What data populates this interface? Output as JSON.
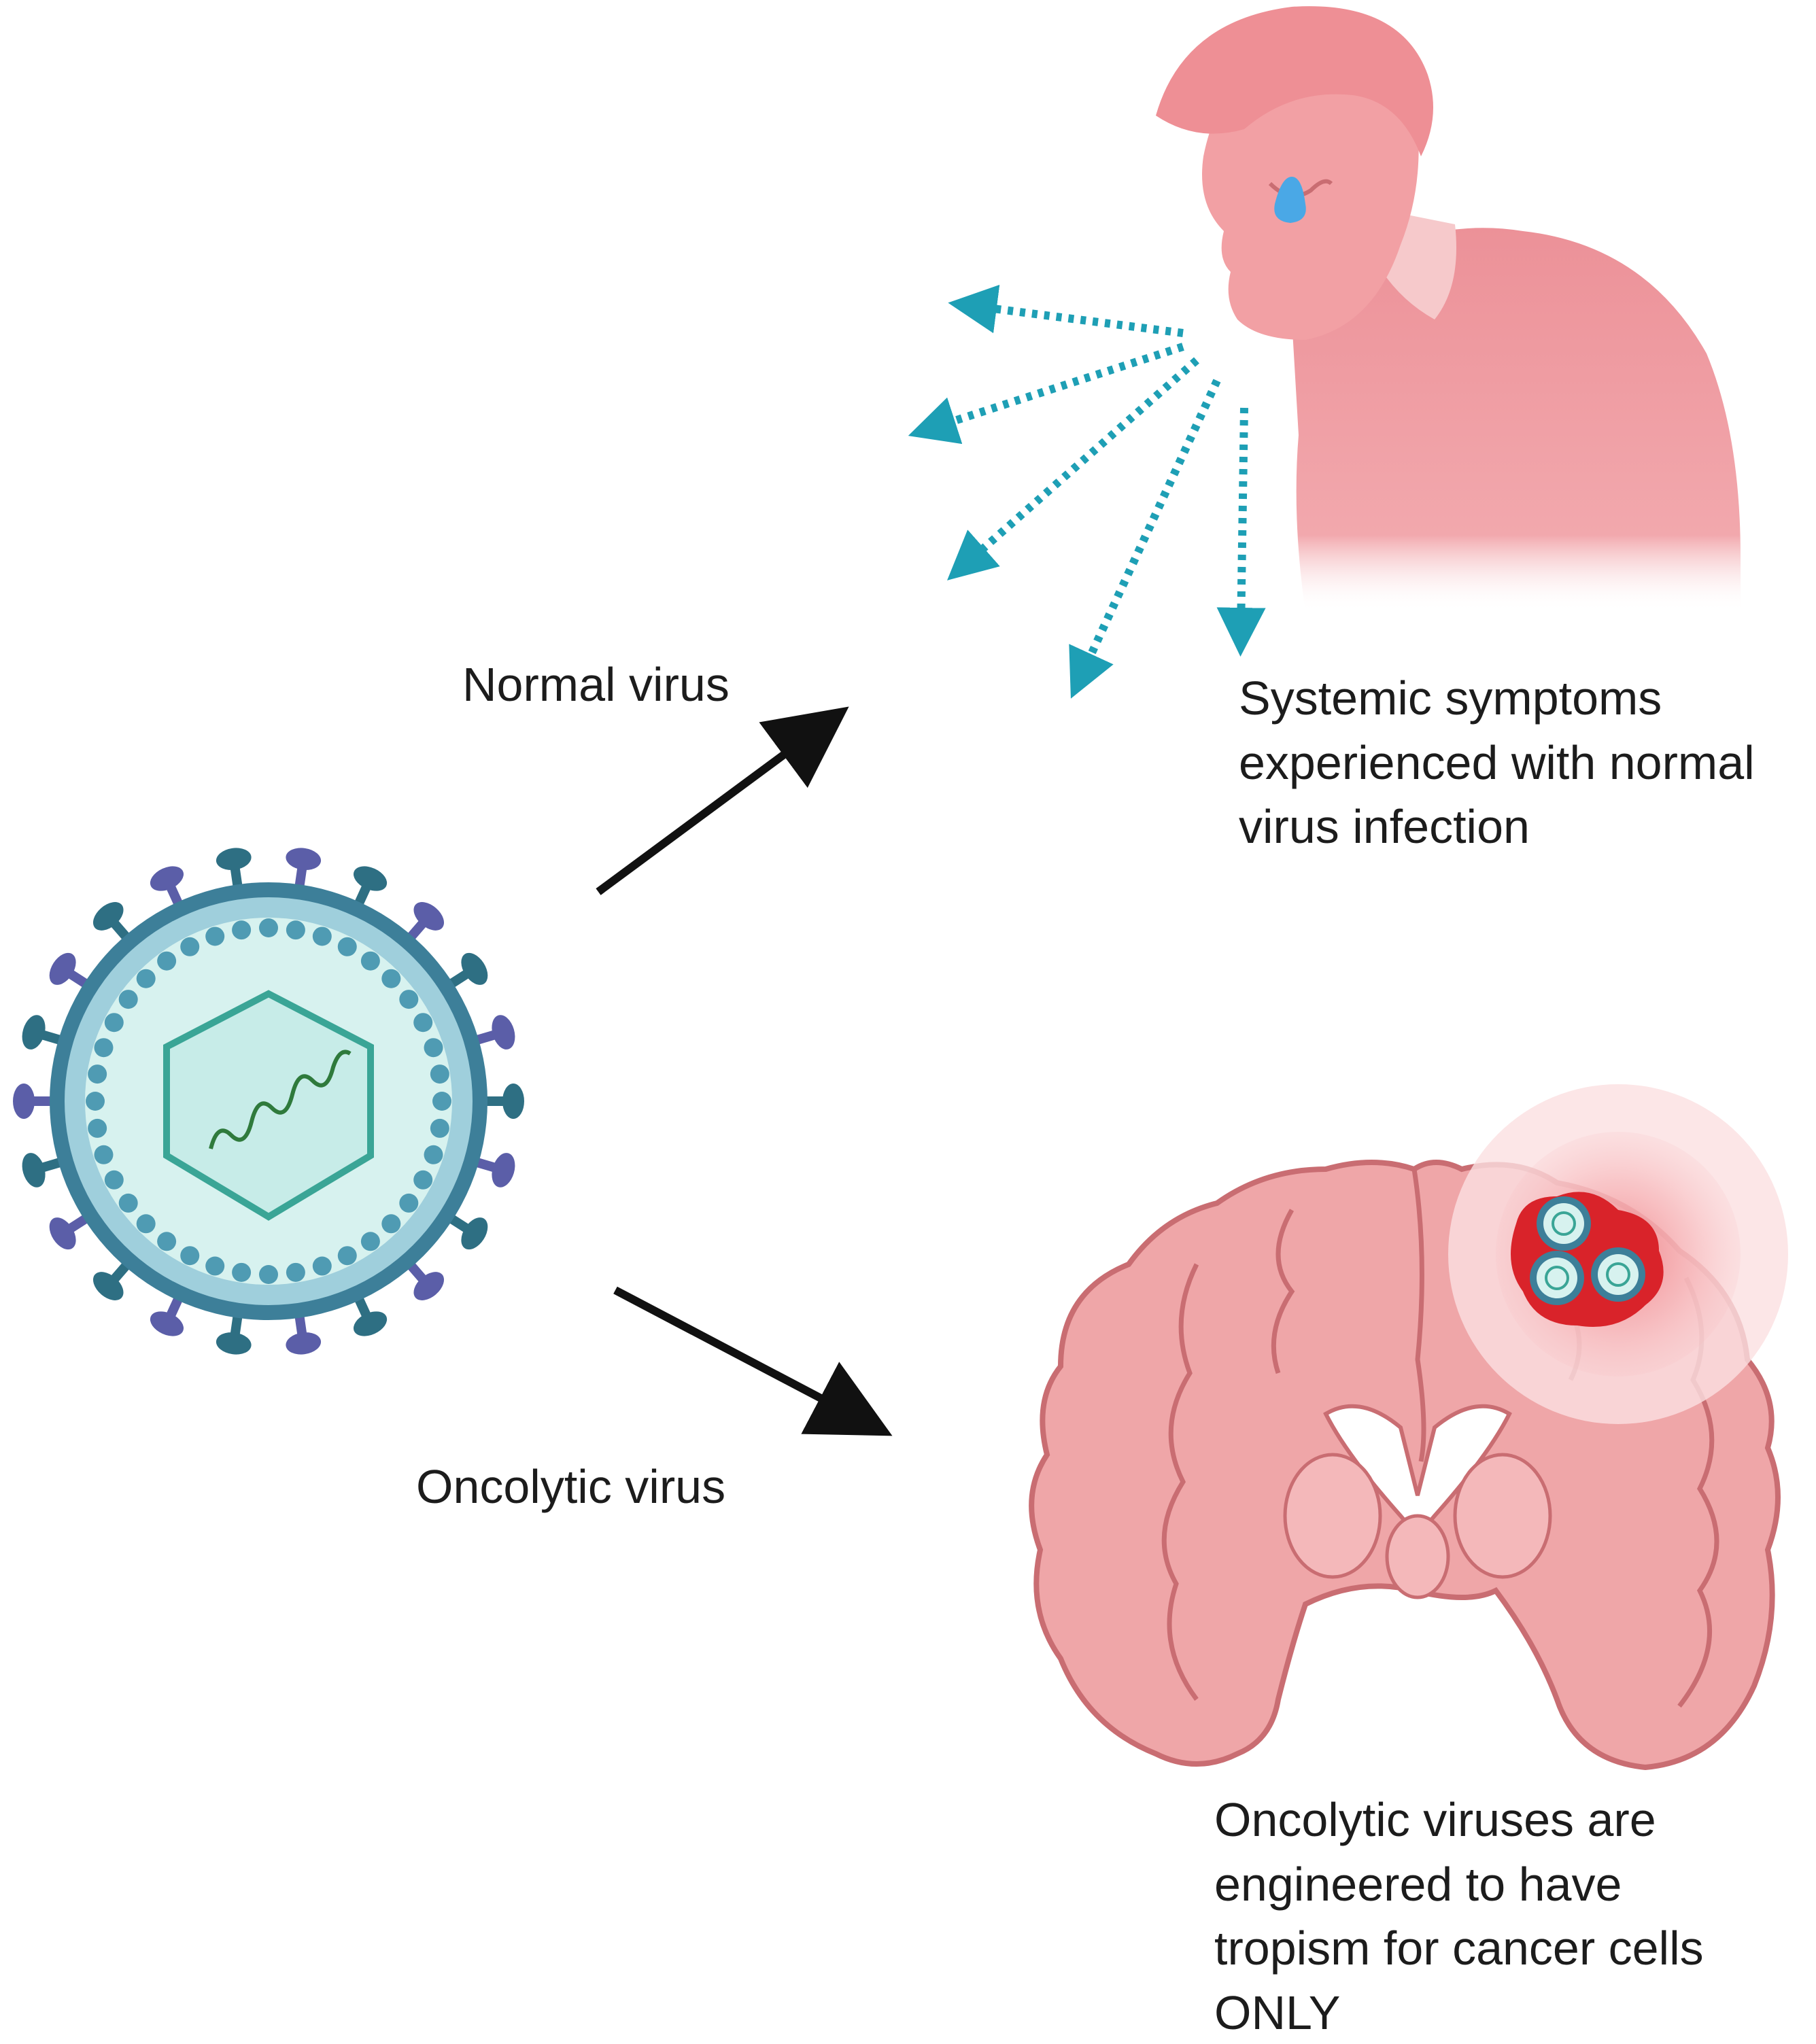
{
  "labels": {
    "normal_virus": "Normal virus",
    "oncolytic_virus": "Oncolytic virus",
    "systemic_symptoms": "Systemic symptoms\nexperienced with normal\nvirus infection",
    "tropism": "Oncolytic viruses are\nengineered to have\ntropism for cancer cells\nONLY"
  },
  "colors": {
    "virus_envelope": "#3d7f99",
    "virus_spike_teal": "#2e6f83",
    "virus_spike_purple": "#5b5ea8",
    "virus_inner": "#d7f2ef",
    "capsid": "#3aa596",
    "genome": "#2f7a3c",
    "person_skin": "#f2a0a4",
    "person_shirt": "#e98b91",
    "tear": "#4aa8e6",
    "spray": "#1e9fb5",
    "brain": "#efa6a8",
    "brain_outline": "#c96d72",
    "tumor": "#d9232a",
    "arrow": "#111111"
  },
  "icons": [
    "virus-icon",
    "sick-person-icon",
    "brain-icon",
    "tumor-icon"
  ]
}
